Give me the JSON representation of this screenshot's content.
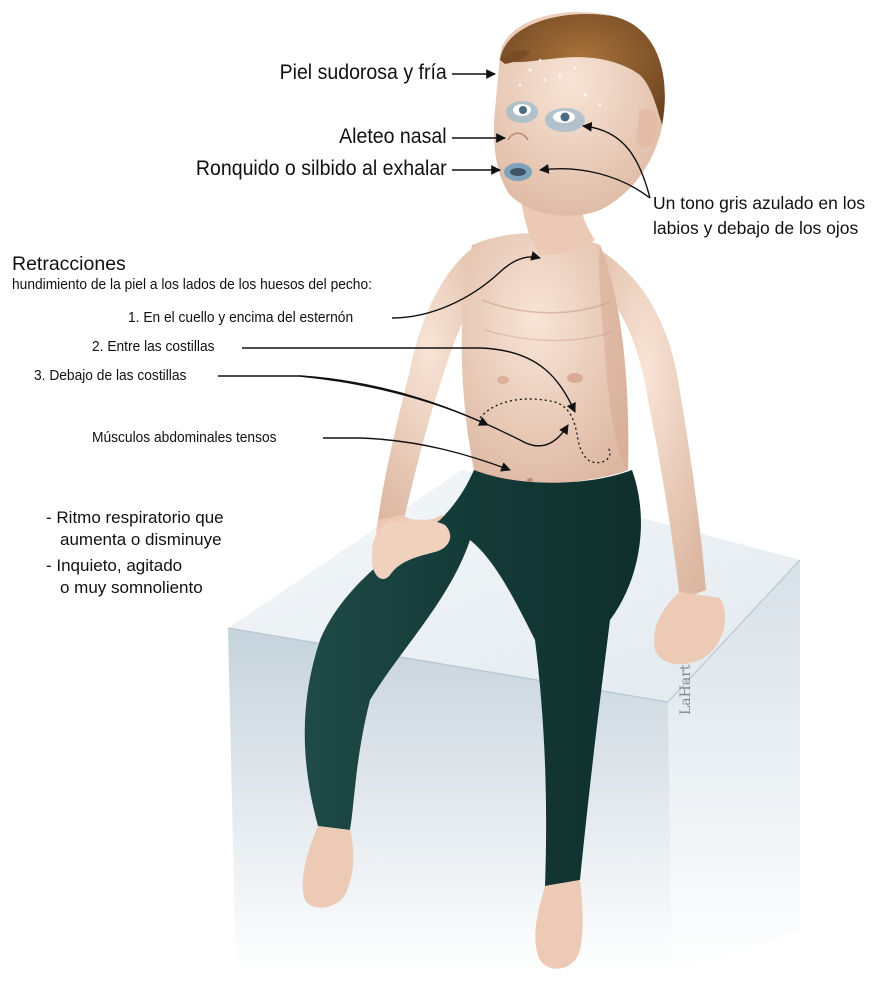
{
  "labels": {
    "skin": "Piel sudorosa y fría",
    "nasal": "Aleteo nasal",
    "snore": "Ronquido o silbido al exhalar",
    "cyanosis_line1": "Un tono gris azulado en los",
    "cyanosis_line2": "labios y debajo de los ojos",
    "retractions_title": "Retracciones",
    "retractions_subtitle": "hundimiento de la piel a los lados de los huesos del pecho:",
    "retraction_1": "1. En el cuello y encima del esternón",
    "retraction_2": "2. Entre las costillas",
    "retraction_3": "3. Debajo de las costillas",
    "abdominal": "Músculos abdominales tensos"
  },
  "bullets": [
    {
      "line1": "- Ritmo respiratorio que",
      "line2": "aumenta o disminuye"
    },
    {
      "line1": "- Inquieto, agitado",
      "line2": "o muy somnoliento"
    }
  ],
  "colors": {
    "skin": "#f2d7c6",
    "skin_shadow": "#d9b29c",
    "hair": "#8a5a2b",
    "pants": "#163d3b",
    "cube_top": "#eef3f6",
    "cube_front": "#c9d5de",
    "cube_side": "#dde6ec",
    "lips_blue": "#8fb3c9",
    "leader": "#111111"
  },
  "icons": [
    "arrow-icon"
  ]
}
